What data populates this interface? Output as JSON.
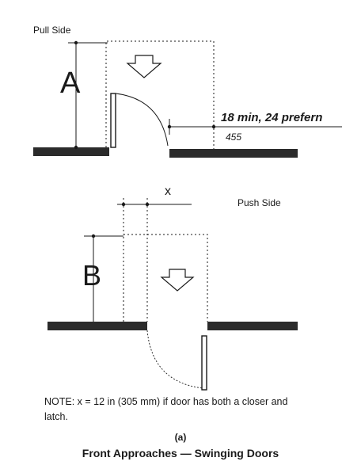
{
  "labels": {
    "pull_side": "Pull Side",
    "push_side": "Push Side",
    "dim_a": "A",
    "dim_b": "B",
    "dim_x": "x",
    "clearance": "18 min,  24 prefern",
    "number": "455"
  },
  "note": "NOTE: x = 12 in (305 mm) if door has both a closer and latch.",
  "subcaption": "(a)",
  "caption": "Front Approaches — Swinging Doors",
  "colors": {
    "ink": "#1a1a1a",
    "wall": "#2b2b2b",
    "paper": "#ffffff"
  }
}
